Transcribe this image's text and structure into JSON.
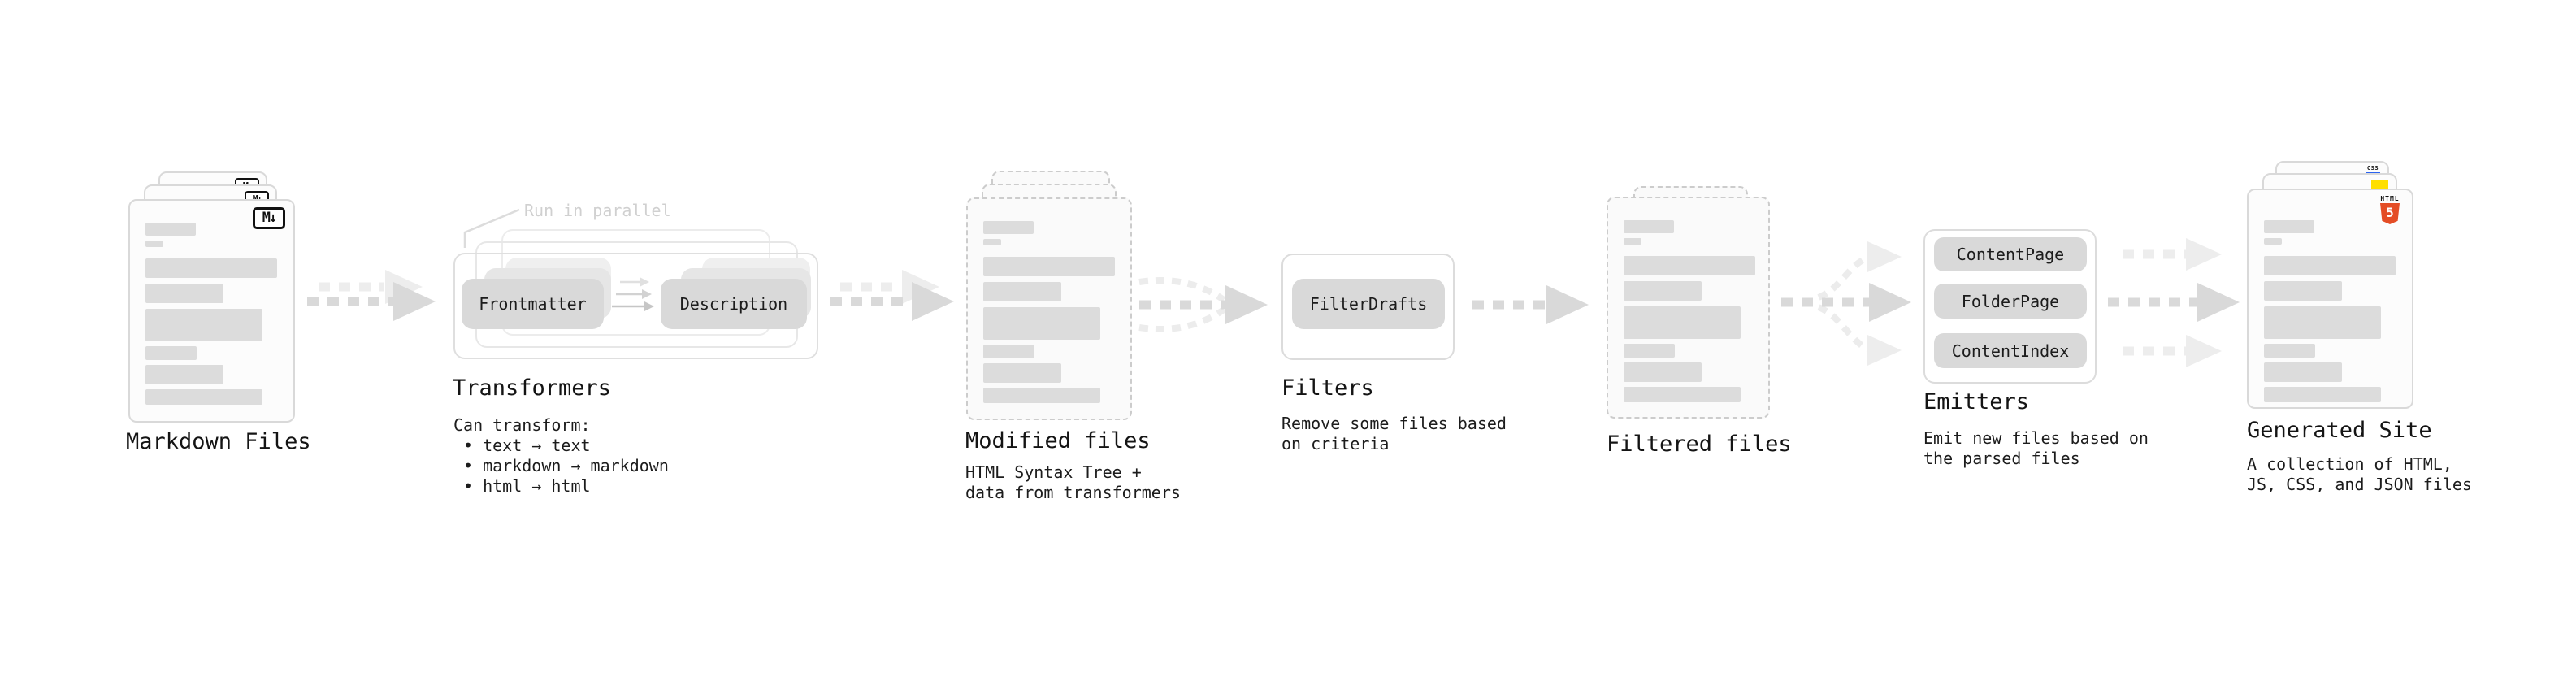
{
  "palette": {
    "canvas_bg": "#ffffff",
    "card_bg": "#fcfcfc",
    "card_border": "#d9d9d9",
    "dashed_card_border": "#cccccc",
    "pill_bg": "#d9d9d9",
    "skeleton_bar": "#dcdcdc",
    "text": "#161616",
    "muted_annotation_text": "#d0d0d0",
    "arrow_dark": "#d9d9d9",
    "arrow_light": "#ededed",
    "css_blue": "#2b63f0",
    "js_yellow": "#ffdf00",
    "html5_orange": "#e44d26"
  },
  "stages": {
    "markdown_files": {
      "title": "Markdown Files",
      "badge": "M↓"
    },
    "transformers": {
      "title": "Transformers",
      "annotation": "Run in parallel",
      "left_pill": "Frontmatter",
      "right_pill": "Description",
      "desc_heading": "Can transform:",
      "bullets": [
        "• text → text",
        "• markdown → markdown",
        "• html → html"
      ]
    },
    "modified_files": {
      "title": "Modified files",
      "desc": [
        "HTML Syntax Tree +",
        "data from transformers"
      ]
    },
    "filters": {
      "title": "Filters",
      "pill": "FilterDrafts",
      "desc": [
        "Remove some files based",
        "on criteria"
      ]
    },
    "filtered_files": {
      "title": "Filtered files"
    },
    "emitters": {
      "title": "Emitters",
      "pills": [
        "ContentPage",
        "FolderPage",
        "ContentIndex"
      ],
      "desc": [
        "Emit new files based on",
        "the parsed files"
      ]
    },
    "generated_site": {
      "title": "Generated Site",
      "badges": {
        "css": "CSS",
        "html": "HTML",
        "html_number": "5"
      },
      "desc": [
        "A collection of HTML,",
        "JS, CSS, and JSON files"
      ]
    }
  },
  "skeleton_bars": {
    "doc": [
      [
        62,
        16,
        6
      ],
      [
        22,
        8,
        14
      ],
      [
        162,
        24,
        7
      ],
      [
        96,
        24,
        7
      ],
      [
        144,
        40,
        6
      ],
      [
        63,
        17,
        6
      ],
      [
        96,
        24,
        6
      ],
      [
        144,
        19,
        0
      ]
    ]
  }
}
